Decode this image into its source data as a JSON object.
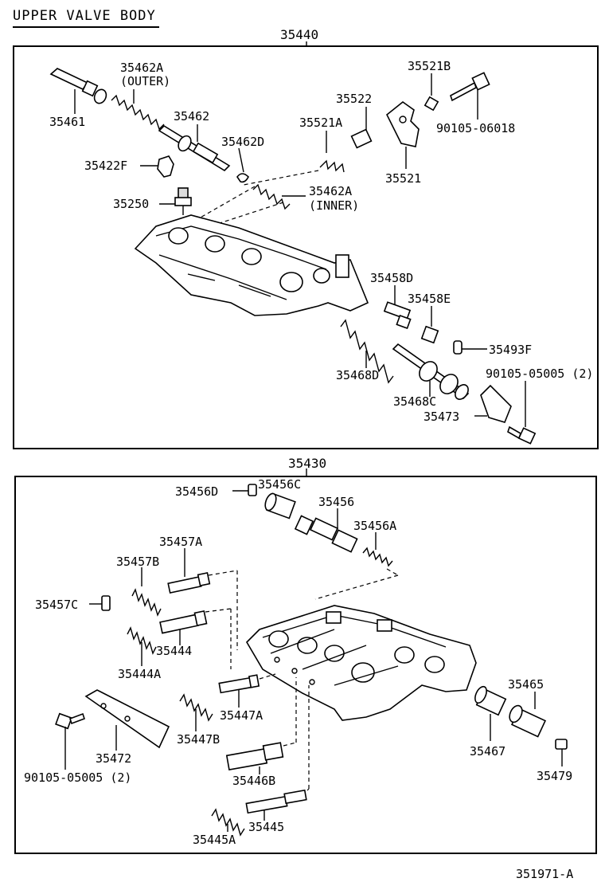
{
  "title": "UPPER VALVE BODY",
  "assemblies": [
    {
      "number": "35440"
    },
    {
      "number": "35430"
    }
  ],
  "footer_code": "351971-A",
  "labels": [
    "35462A",
    "(OUTER)",
    "35461",
    "35462",
    "35462D",
    "35422F",
    "35250",
    "35521A",
    "35522",
    "35521B",
    "90105-06018",
    "35521",
    "35462A",
    "(INNER)",
    "35458D",
    "35458E",
    "35493F",
    "35468D",
    "35468C",
    "35473",
    "90105-05005 (2)",
    "35456D",
    "35456C",
    "35456",
    "35456A",
    "35457A",
    "35457B",
    "35457C",
    "35444",
    "35444A",
    "35447A",
    "35447B",
    "35446B",
    "35445",
    "35445A",
    "35472",
    "90105-05005 (2)",
    "35465",
    "35467",
    "35479"
  ]
}
